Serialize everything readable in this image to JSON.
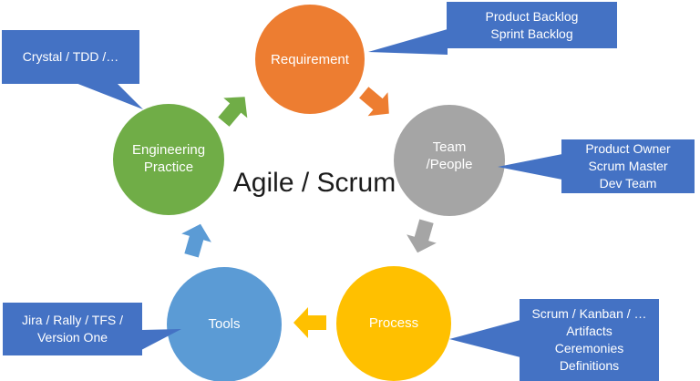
{
  "title": "Agile / Scrum",
  "colors": {
    "requirement": "#ED7D31",
    "team_people": "#A5A5A5",
    "process": "#FFC000",
    "tools": "#5B9BD5",
    "engineering_practice": "#70AD47",
    "callout": "#4472C4",
    "node_text": "#FFFFFF",
    "title_text": "#1C1C1C",
    "background": "#FFFFFF"
  },
  "nodes": [
    {
      "id": "requirement",
      "lines": [
        "Requirement"
      ]
    },
    {
      "id": "team-people",
      "lines": [
        "Team",
        "/People"
      ]
    },
    {
      "id": "process",
      "lines": [
        "Process"
      ]
    },
    {
      "id": "tools",
      "lines": [
        "Tools"
      ]
    },
    {
      "id": "engineering-practice",
      "lines": [
        "Engineering",
        "Practice"
      ]
    }
  ],
  "callouts": [
    {
      "id": "engineering-note",
      "target": "engineering-practice",
      "lines": [
        "Crystal / TDD /…"
      ]
    },
    {
      "id": "requirement-note",
      "target": "requirement",
      "lines": [
        "Product Backlog",
        "Sprint Backlog"
      ]
    },
    {
      "id": "team-note",
      "target": "team-people",
      "lines": [
        "Product Owner",
        "Scrum Master",
        "Dev Team"
      ]
    },
    {
      "id": "process-note",
      "target": "process",
      "lines": [
        "Scrum / Kanban / …",
        "Artifacts",
        "Ceremonies",
        "Definitions"
      ]
    },
    {
      "id": "tools-note",
      "target": "tools",
      "lines": [
        "Jira / Rally / TFS /",
        "Version One"
      ]
    }
  ],
  "arrows": [
    {
      "from": "engineering-practice",
      "to": "requirement",
      "color": "#70AD47"
    },
    {
      "from": "requirement",
      "to": "team-people",
      "color": "#ED7D31"
    },
    {
      "from": "team-people",
      "to": "process",
      "color": "#A5A5A5"
    },
    {
      "from": "process",
      "to": "tools",
      "color": "#FFC000"
    },
    {
      "from": "tools",
      "to": "engineering-practice",
      "color": "#5B9BD5"
    }
  ]
}
